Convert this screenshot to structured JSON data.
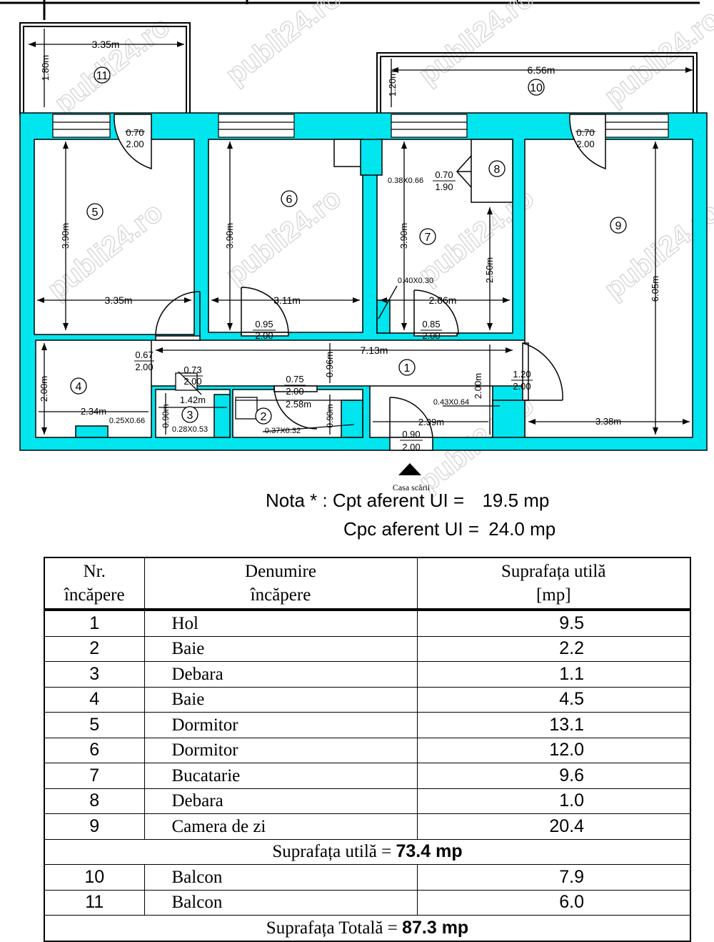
{
  "plan": {
    "rooms": [
      "1",
      "2",
      "3",
      "4",
      "5",
      "6",
      "7",
      "8",
      "9",
      "10",
      "11"
    ],
    "dims": [
      "3.35m",
      "1.80m",
      "6.56m",
      "1.20m",
      "0.70",
      "2.00",
      "0.70",
      "2.00",
      "3.90m",
      "3.35m",
      "3.90m",
      "3.11m",
      "0.95",
      "2.00",
      "0.38X0.66",
      "0.70",
      "1.90",
      "3.90m",
      "2.50m",
      "0.40X0.30",
      "2.86m",
      "0.85",
      "2.00",
      "6.05m",
      "0.67",
      "2.00",
      "7.13m",
      "0.96m",
      "1.20",
      "2.00",
      "0.73",
      "2.00",
      "1.42m",
      "0.75",
      "2.00",
      "2.58m",
      "2.00m",
      "2.34m",
      "0.25X0.66",
      "0.90m",
      "0.28X0.53",
      "0.37X0.32",
      "0.90m",
      "0.43X0.64",
      "2.00m",
      "2.39m",
      "3.38m",
      "0.90",
      "2.00"
    ],
    "stair_label": "Casa scării",
    "watermark": "publi24.ro",
    "wall_color": "#00e5ee"
  },
  "notes": {
    "line1_prefix": "Nota * : Cpt aferent UI =",
    "line1_value": "19.5 mp",
    "line2_prefix": "Cpc aferent UI =",
    "line2_value": "24.0 mp"
  },
  "table": {
    "header": {
      "nr": [
        "Nr.",
        "încăpere"
      ],
      "name": [
        "Denumire",
        "încăpere"
      ],
      "area": [
        "Suprafața utilă",
        "[mp]"
      ]
    },
    "rooms": [
      {
        "nr": "1",
        "name": "Hol",
        "area": "9.5"
      },
      {
        "nr": "2",
        "name": "Baie",
        "area": "2.2"
      },
      {
        "nr": "3",
        "name": "Debara",
        "area": "1.1"
      },
      {
        "nr": "4",
        "name": "Baie",
        "area": "4.5"
      },
      {
        "nr": "5",
        "name": "Dormitor",
        "area": "13.1"
      },
      {
        "nr": "6",
        "name": "Dormitor",
        "area": "12.0"
      },
      {
        "nr": "7",
        "name": "Bucatarie",
        "area": "9.6"
      },
      {
        "nr": "8",
        "name": "Debara",
        "area": "1.0"
      },
      {
        "nr": "9",
        "name": "Camera de zi",
        "area": "20.4"
      }
    ],
    "subtotal_label": "Suprafața utilă =",
    "subtotal_value": "73.4 mp",
    "balconies": [
      {
        "nr": "10",
        "name": "Balcon",
        "area": "7.9"
      },
      {
        "nr": "11",
        "name": "Balcon",
        "area": "6.0"
      }
    ],
    "total_label": "Suprafața Totală =",
    "total_value": "87.3 mp"
  }
}
